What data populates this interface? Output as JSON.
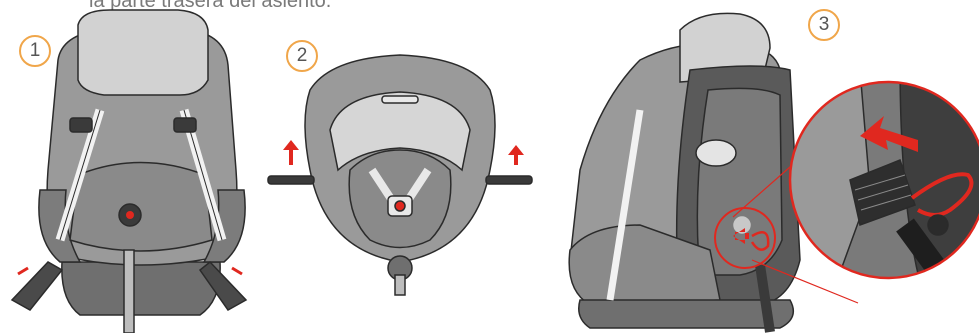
{
  "caption": "la parte trasera del asiento.",
  "steps": [
    "1",
    "2",
    "3"
  ],
  "colors": {
    "seat_dark": "#6f6f6f",
    "seat_mid": "#9a9a9a",
    "seat_light": "#c8c8c8",
    "seat_pale": "#e4e4e4",
    "outline": "#2b2b2b",
    "accent_red": "#e0281f",
    "step_ring": "#f0a64a"
  },
  "icons": [
    "arrow-up-icon",
    "arrow-left-icon",
    "pull-strap-icon"
  ]
}
